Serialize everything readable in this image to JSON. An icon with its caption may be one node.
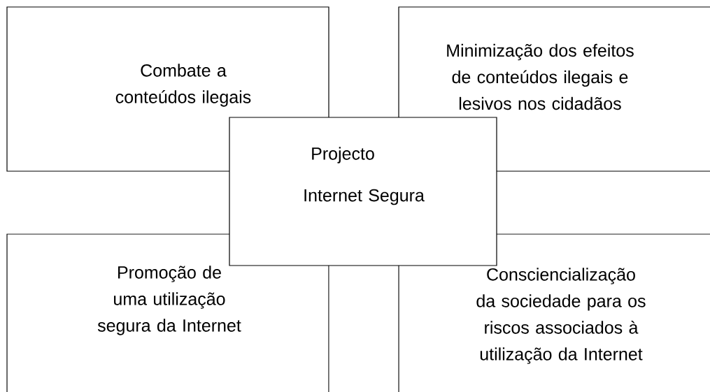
{
  "diagram": {
    "nodes": [
      {
        "text": [
          "Combate a conteúdos ilegais"
        ]
      },
      {
        "text": [
          "Minimização dos efeitos de conteúdos ilegais e lesivos nos cidadãos"
        ]
      },
      {
        "text": [
          "Projecto",
          "Internet Segura"
        ]
      },
      {
        "text": [
          "Promoção de uma utilização segura da Internet"
        ]
      },
      {
        "text": [
          "Consciencialização da sociedade para os riscos associados à utilização da Internet"
        ]
      }
    ]
  }
}
